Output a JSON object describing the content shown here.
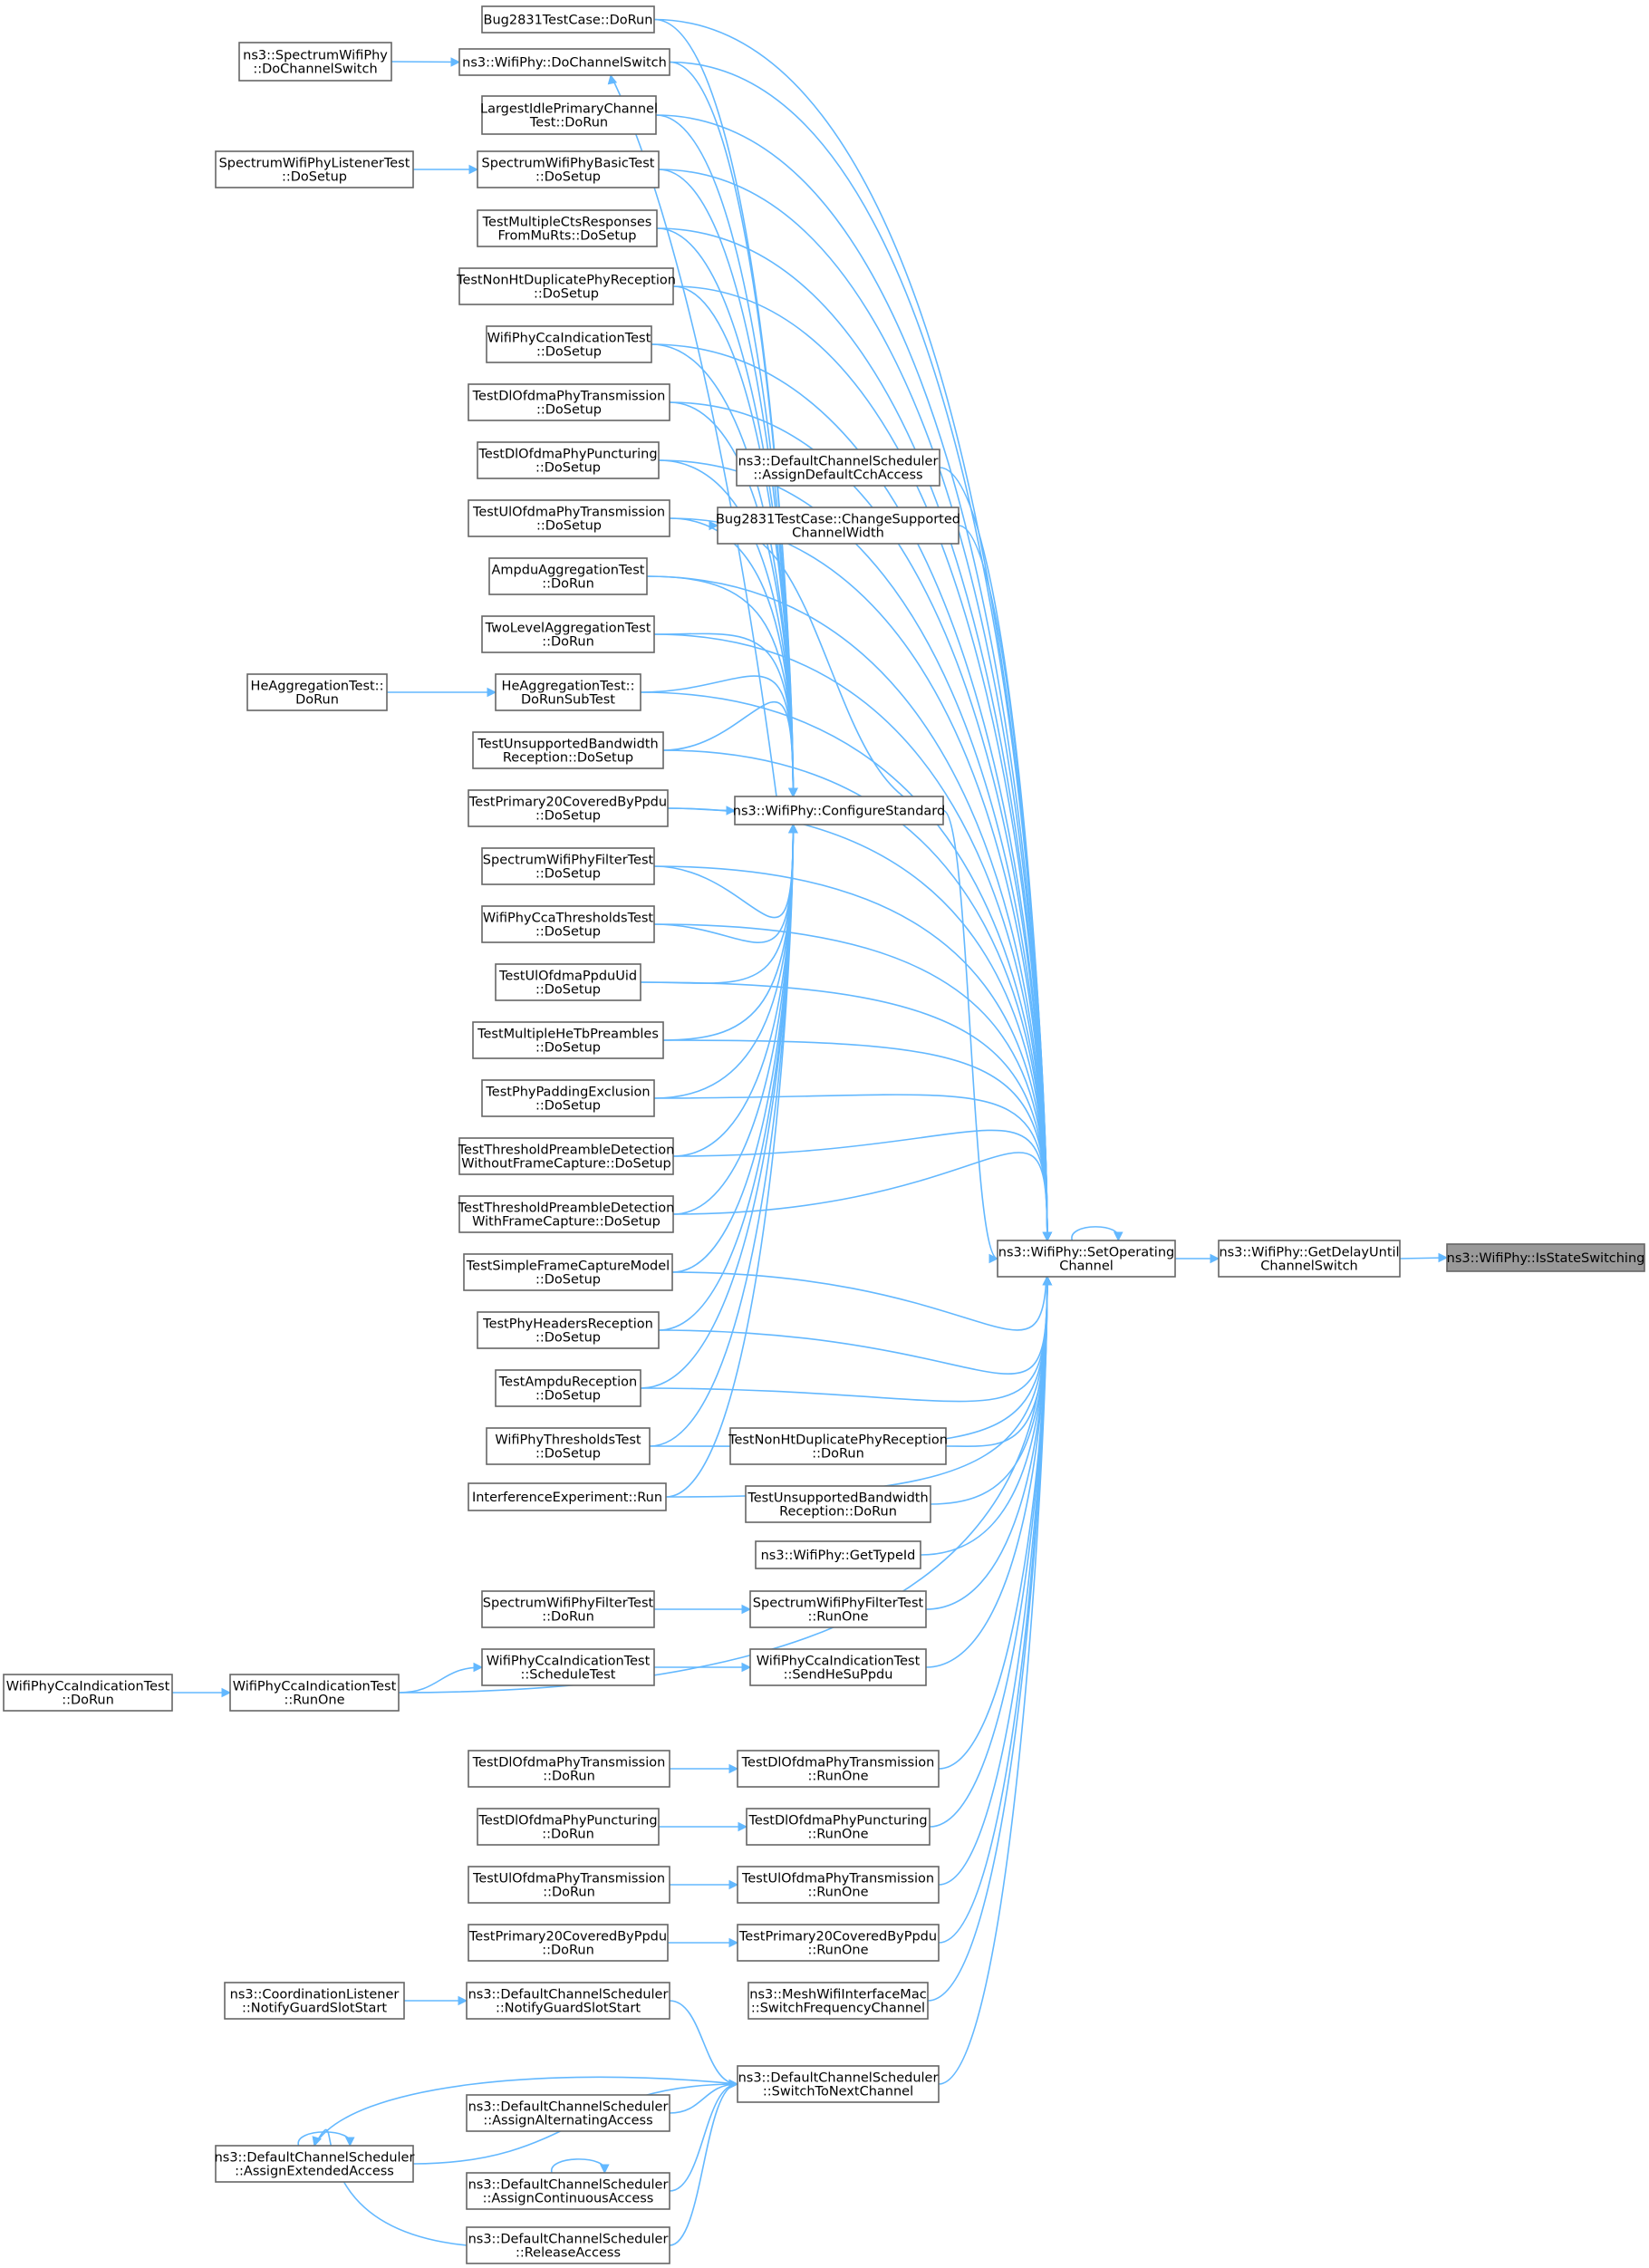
{
  "diagram": {
    "type": "doxygen-caller-graph",
    "focus_node": "n_isstate",
    "colors": {
      "edge": "#63b8ff",
      "node_border": "#666666",
      "focus_fill": "#999999"
    },
    "nodes": [
      {
        "id": "n_isstate",
        "lines": [
          "ns3::WifiPhy::IsStateSwitching"
        ]
      },
      {
        "id": "n_getdelay",
        "lines": [
          "ns3::WifiPhy::GetDelayUntil",
          "ChannelSwitch"
        ]
      },
      {
        "id": "n_setop",
        "lines": [
          "ns3::WifiPhy::SetOperating",
          "Channel"
        ]
      },
      {
        "id": "n_config",
        "lines": [
          "ns3::WifiPhy::ConfigureStandard"
        ]
      },
      {
        "id": "n_bug_dorun",
        "lines": [
          "Bug2831TestCase::DoRun"
        ]
      },
      {
        "id": "n_dochsw",
        "lines": [
          "ns3::WifiPhy::DoChannelSwitch"
        ]
      },
      {
        "id": "n_swp_dochsw",
        "lines": [
          "ns3::SpectrumWifiPhy",
          "::DoChannelSwitch"
        ]
      },
      {
        "id": "n_lipc",
        "lines": [
          "LargestIdlePrimaryChannel",
          "Test::DoRun"
        ]
      },
      {
        "id": "n_swpbasic",
        "lines": [
          "SpectrumWifiPhyBasicTest",
          "::DoSetup"
        ]
      },
      {
        "id": "n_swplistener",
        "lines": [
          "SpectrumWifiPhyListenerTest",
          "::DoSetup"
        ]
      },
      {
        "id": "n_tmcts",
        "lines": [
          "TestMultipleCtsResponses",
          "FromMuRts::DoSetup"
        ]
      },
      {
        "id": "n_tnhdup_setup",
        "lines": [
          "TestNonHtDuplicatePhyReception",
          "::DoSetup"
        ]
      },
      {
        "id": "n_wpcca_setup",
        "lines": [
          "WifiPhyCcaIndicationTest",
          "::DoSetup"
        ]
      },
      {
        "id": "n_tdlofdma_setup",
        "lines": [
          "TestDlOfdmaPhyTransmission",
          "::DoSetup"
        ]
      },
      {
        "id": "n_tdlpunc_setup",
        "lines": [
          "TestDlOfdmaPhyPuncturing",
          "::DoSetup"
        ]
      },
      {
        "id": "n_tulofdma_setup",
        "lines": [
          "TestUlOfdmaPhyTransmission",
          "::DoSetup"
        ]
      },
      {
        "id": "n_ampdu_agg",
        "lines": [
          "AmpduAggregationTest",
          "::DoRun"
        ]
      },
      {
        "id": "n_twolevel",
        "lines": [
          "TwoLevelAggregationTest",
          "::DoRun"
        ]
      },
      {
        "id": "n_he_sub",
        "lines": [
          "HeAggregationTest::",
          "DoRunSubTest"
        ]
      },
      {
        "id": "n_he_dorun",
        "lines": [
          "HeAggregationTest::",
          "DoRun"
        ]
      },
      {
        "id": "n_tub_setup",
        "lines": [
          "TestUnsupportedBandwidth",
          "Reception::DoSetup"
        ]
      },
      {
        "id": "n_tp20_setup",
        "lines": [
          "TestPrimary20CoveredByPpdu",
          "::DoSetup"
        ]
      },
      {
        "id": "n_swpfilter_setup",
        "lines": [
          "SpectrumWifiPhyFilterTest",
          "::DoSetup"
        ]
      },
      {
        "id": "n_wpccathr",
        "lines": [
          "WifiPhyCcaThresholdsTest",
          "::DoSetup"
        ]
      },
      {
        "id": "n_tulppdu",
        "lines": [
          "TestUlOfdmaPpduUid",
          "::DoSetup"
        ]
      },
      {
        "id": "n_tmhetb",
        "lines": [
          "TestMultipleHeTbPreambles",
          "::DoSetup"
        ]
      },
      {
        "id": "n_tpadding",
        "lines": [
          "TestPhyPaddingExclusion",
          "::DoSetup"
        ]
      },
      {
        "id": "n_tthr_without",
        "lines": [
          "TestThresholdPreambleDetection",
          "WithoutFrameCapture::DoSetup"
        ]
      },
      {
        "id": "n_tthr_with",
        "lines": [
          "TestThresholdPreambleDetection",
          "WithFrameCapture::DoSetup"
        ]
      },
      {
        "id": "n_tsimple",
        "lines": [
          "TestSimpleFrameCaptureModel",
          "::DoSetup"
        ]
      },
      {
        "id": "n_theaders",
        "lines": [
          "TestPhyHeadersReception",
          "::DoSetup"
        ]
      },
      {
        "id": "n_tampdurx",
        "lines": [
          "TestAmpduReception",
          "::DoSetup"
        ]
      },
      {
        "id": "n_wpthr",
        "lines": [
          "WifiPhyThresholdsTest",
          "::DoSetup"
        ]
      },
      {
        "id": "n_interf",
        "lines": [
          "InterferenceExperiment::Run"
        ]
      },
      {
        "id": "n_dcs_assigndef",
        "lines": [
          "ns3::DefaultChannelScheduler",
          "::AssignDefaultCchAccess"
        ]
      },
      {
        "id": "n_bug_change",
        "lines": [
          "Bug2831TestCase::ChangeSupported",
          "ChannelWidth"
        ]
      },
      {
        "id": "n_tnhdup_run",
        "lines": [
          "TestNonHtDuplicatePhyReception",
          "::DoRun"
        ]
      },
      {
        "id": "n_tub_run",
        "lines": [
          "TestUnsupportedBandwidth",
          "Reception::DoRun"
        ]
      },
      {
        "id": "n_gettypeid",
        "lines": [
          "ns3::WifiPhy::GetTypeId"
        ]
      },
      {
        "id": "n_swpfilter_dorun",
        "lines": [
          "SpectrumWifiPhyFilterTest",
          "::DoRun"
        ]
      },
      {
        "id": "n_swpfilter_runone",
        "lines": [
          "SpectrumWifiPhyFilterTest",
          "::RunOne"
        ]
      },
      {
        "id": "n_wpcca_sched",
        "lines": [
          "WifiPhyCcaIndicationTest",
          "::ScheduleTest"
        ]
      },
      {
        "id": "n_wpcca_sendhe",
        "lines": [
          "WifiPhyCcaIndicationTest",
          "::SendHeSuPpdu"
        ]
      },
      {
        "id": "n_wpcca_runone",
        "lines": [
          "WifiPhyCcaIndicationTest",
          "::RunOne"
        ]
      },
      {
        "id": "n_wpcca_dorun",
        "lines": [
          "WifiPhyCcaIndicationTest",
          "::DoRun"
        ]
      },
      {
        "id": "n_tdlofdma_dorun",
        "lines": [
          "TestDlOfdmaPhyTransmission",
          "::DoRun"
        ]
      },
      {
        "id": "n_tdlofdma_runone",
        "lines": [
          "TestDlOfdmaPhyTransmission",
          "::RunOne"
        ]
      },
      {
        "id": "n_tdlpunc_dorun",
        "lines": [
          "TestDlOfdmaPhyPuncturing",
          "::DoRun"
        ]
      },
      {
        "id": "n_tdlpunc_runone",
        "lines": [
          "TestDlOfdmaPhyPuncturing",
          "::RunOne"
        ]
      },
      {
        "id": "n_tulofdma_dorun",
        "lines": [
          "TestUlOfdmaPhyTransmission",
          "::DoRun"
        ]
      },
      {
        "id": "n_tulofdma_runone",
        "lines": [
          "TestUlOfdmaPhyTransmission",
          "::RunOne"
        ]
      },
      {
        "id": "n_tp20_dorun",
        "lines": [
          "TestPrimary20CoveredByPpdu",
          "::DoRun"
        ]
      },
      {
        "id": "n_tp20_runone",
        "lines": [
          "TestPrimary20CoveredByPpdu",
          "::RunOne"
        ]
      },
      {
        "id": "n_mesh",
        "lines": [
          "ns3::MeshWifiInterfaceMac",
          "::SwitchFrequencyChannel"
        ]
      },
      {
        "id": "n_coordl",
        "lines": [
          "ns3::CoordinationListener",
          "::NotifyGuardSlotStart"
        ]
      },
      {
        "id": "n_dcs_notify",
        "lines": [
          "ns3::DefaultChannelScheduler",
          "::NotifyGuardSlotStart"
        ]
      },
      {
        "id": "n_dcs_switch",
        "lines": [
          "ns3::DefaultChannelScheduler",
          "::SwitchToNextChannel"
        ]
      },
      {
        "id": "n_dcs_alt",
        "lines": [
          "ns3::DefaultChannelScheduler",
          "::AssignAlternatingAccess"
        ]
      },
      {
        "id": "n_dcs_ext",
        "lines": [
          "ns3::DefaultChannelScheduler",
          "::AssignExtendedAccess"
        ]
      },
      {
        "id": "n_dcs_cont",
        "lines": [
          "ns3::DefaultChannelScheduler",
          "::AssignContinuousAccess"
        ]
      },
      {
        "id": "n_dcs_release",
        "lines": [
          "ns3::DefaultChannelScheduler",
          "::ReleaseAccess"
        ]
      }
    ],
    "edges": [
      [
        "n_getdelay",
        "n_isstate"
      ],
      [
        "n_setop",
        "n_getdelay"
      ],
      [
        "n_setop",
        "n_setop"
      ],
      [
        "n_config",
        "n_setop"
      ],
      [
        "n_dcs_assigndef",
        "n_setop"
      ],
      [
        "n_bug_change",
        "n_setop"
      ],
      [
        "n_bug_dorun",
        "n_setop"
      ],
      [
        "n_dochsw",
        "n_setop"
      ],
      [
        "n_lipc",
        "n_setop"
      ],
      [
        "n_swpbasic",
        "n_setop"
      ],
      [
        "n_tmcts",
        "n_setop"
      ],
      [
        "n_tnhdup_setup",
        "n_setop"
      ],
      [
        "n_wpcca_setup",
        "n_setop"
      ],
      [
        "n_tdlofdma_setup",
        "n_setop"
      ],
      [
        "n_tdlpunc_setup",
        "n_setop"
      ],
      [
        "n_tulofdma_setup",
        "n_setop"
      ],
      [
        "n_ampdu_agg",
        "n_setop"
      ],
      [
        "n_twolevel",
        "n_setop"
      ],
      [
        "n_he_sub",
        "n_setop"
      ],
      [
        "n_tub_setup",
        "n_setop"
      ],
      [
        "n_tp20_setup",
        "n_setop"
      ],
      [
        "n_swpfilter_setup",
        "n_setop"
      ],
      [
        "n_wpccathr",
        "n_setop"
      ],
      [
        "n_tulppdu",
        "n_setop"
      ],
      [
        "n_tmhetb",
        "n_setop"
      ],
      [
        "n_tpadding",
        "n_setop"
      ],
      [
        "n_tthr_without",
        "n_setop"
      ],
      [
        "n_tthr_with",
        "n_setop"
      ],
      [
        "n_tsimple",
        "n_setop"
      ],
      [
        "n_theaders",
        "n_setop"
      ],
      [
        "n_tampdurx",
        "n_setop"
      ],
      [
        "n_wpthr",
        "n_setop"
      ],
      [
        "n_interf",
        "n_setop"
      ],
      [
        "n_tnhdup_run",
        "n_setop"
      ],
      [
        "n_tub_run",
        "n_setop"
      ],
      [
        "n_gettypeid",
        "n_setop"
      ],
      [
        "n_swpfilter_runone",
        "n_setop"
      ],
      [
        "n_wpcca_sendhe",
        "n_setop"
      ],
      [
        "n_wpcca_runone",
        "n_setop"
      ],
      [
        "n_tdlofdma_runone",
        "n_setop"
      ],
      [
        "n_tdlpunc_runone",
        "n_setop"
      ],
      [
        "n_tulofdma_runone",
        "n_setop"
      ],
      [
        "n_tp20_runone",
        "n_setop"
      ],
      [
        "n_mesh",
        "n_setop"
      ],
      [
        "n_dcs_switch",
        "n_setop"
      ],
      [
        "n_bug_dorun",
        "n_config"
      ],
      [
        "n_dochsw",
        "n_config"
      ],
      [
        "n_lipc",
        "n_config"
      ],
      [
        "n_swpbasic",
        "n_config"
      ],
      [
        "n_tmcts",
        "n_config"
      ],
      [
        "n_tnhdup_setup",
        "n_config"
      ],
      [
        "n_wpcca_setup",
        "n_config"
      ],
      [
        "n_tdlofdma_setup",
        "n_config"
      ],
      [
        "n_tdlpunc_setup",
        "n_config"
      ],
      [
        "n_tulofdma_setup",
        "n_config"
      ],
      [
        "n_ampdu_agg",
        "n_config"
      ],
      [
        "n_twolevel",
        "n_config"
      ],
      [
        "n_he_sub",
        "n_config"
      ],
      [
        "n_tub_setup",
        "n_config"
      ],
      [
        "n_tp20_setup",
        "n_config"
      ],
      [
        "n_swpfilter_setup",
        "n_config"
      ],
      [
        "n_wpccathr",
        "n_config"
      ],
      [
        "n_tulppdu",
        "n_config"
      ],
      [
        "n_tmhetb",
        "n_config"
      ],
      [
        "n_tpadding",
        "n_config"
      ],
      [
        "n_tthr_without",
        "n_config"
      ],
      [
        "n_tthr_with",
        "n_config"
      ],
      [
        "n_tsimple",
        "n_config"
      ],
      [
        "n_theaders",
        "n_config"
      ],
      [
        "n_tampdurx",
        "n_config"
      ],
      [
        "n_wpthr",
        "n_config"
      ],
      [
        "n_interf",
        "n_config"
      ],
      [
        "n_config",
        "n_dochsw"
      ],
      [
        "n_config",
        "n_bug_change"
      ],
      [
        "n_swp_dochsw",
        "n_dochsw"
      ],
      [
        "n_swplistener",
        "n_swpbasic"
      ],
      [
        "n_he_dorun",
        "n_he_sub"
      ],
      [
        "n_swpfilter_dorun",
        "n_swpfilter_runone"
      ],
      [
        "n_wpcca_sched",
        "n_wpcca_sendhe"
      ],
      [
        "n_wpcca_runone",
        "n_wpcca_sched"
      ],
      [
        "n_wpcca_dorun",
        "n_wpcca_runone"
      ],
      [
        "n_tdlofdma_dorun",
        "n_tdlofdma_runone"
      ],
      [
        "n_tdlpunc_dorun",
        "n_tdlpunc_runone"
      ],
      [
        "n_tulofdma_dorun",
        "n_tulofdma_runone"
      ],
      [
        "n_tp20_dorun",
        "n_tp20_runone"
      ],
      [
        "n_coordl",
        "n_dcs_notify"
      ],
      [
        "n_dcs_notify",
        "n_dcs_switch"
      ],
      [
        "n_dcs_alt",
        "n_dcs_switch"
      ],
      [
        "n_dcs_ext",
        "n_dcs_switch"
      ],
      [
        "n_dcs_cont",
        "n_dcs_switch"
      ],
      [
        "n_dcs_release",
        "n_dcs_switch"
      ],
      [
        "n_dcs_switch",
        "n_dcs_ext"
      ],
      [
        "n_dcs_release",
        "n_dcs_ext"
      ],
      [
        "n_dcs_ext",
        "n_dcs_ext"
      ],
      [
        "n_dcs_cont",
        "n_dcs_cont"
      ]
    ]
  }
}
